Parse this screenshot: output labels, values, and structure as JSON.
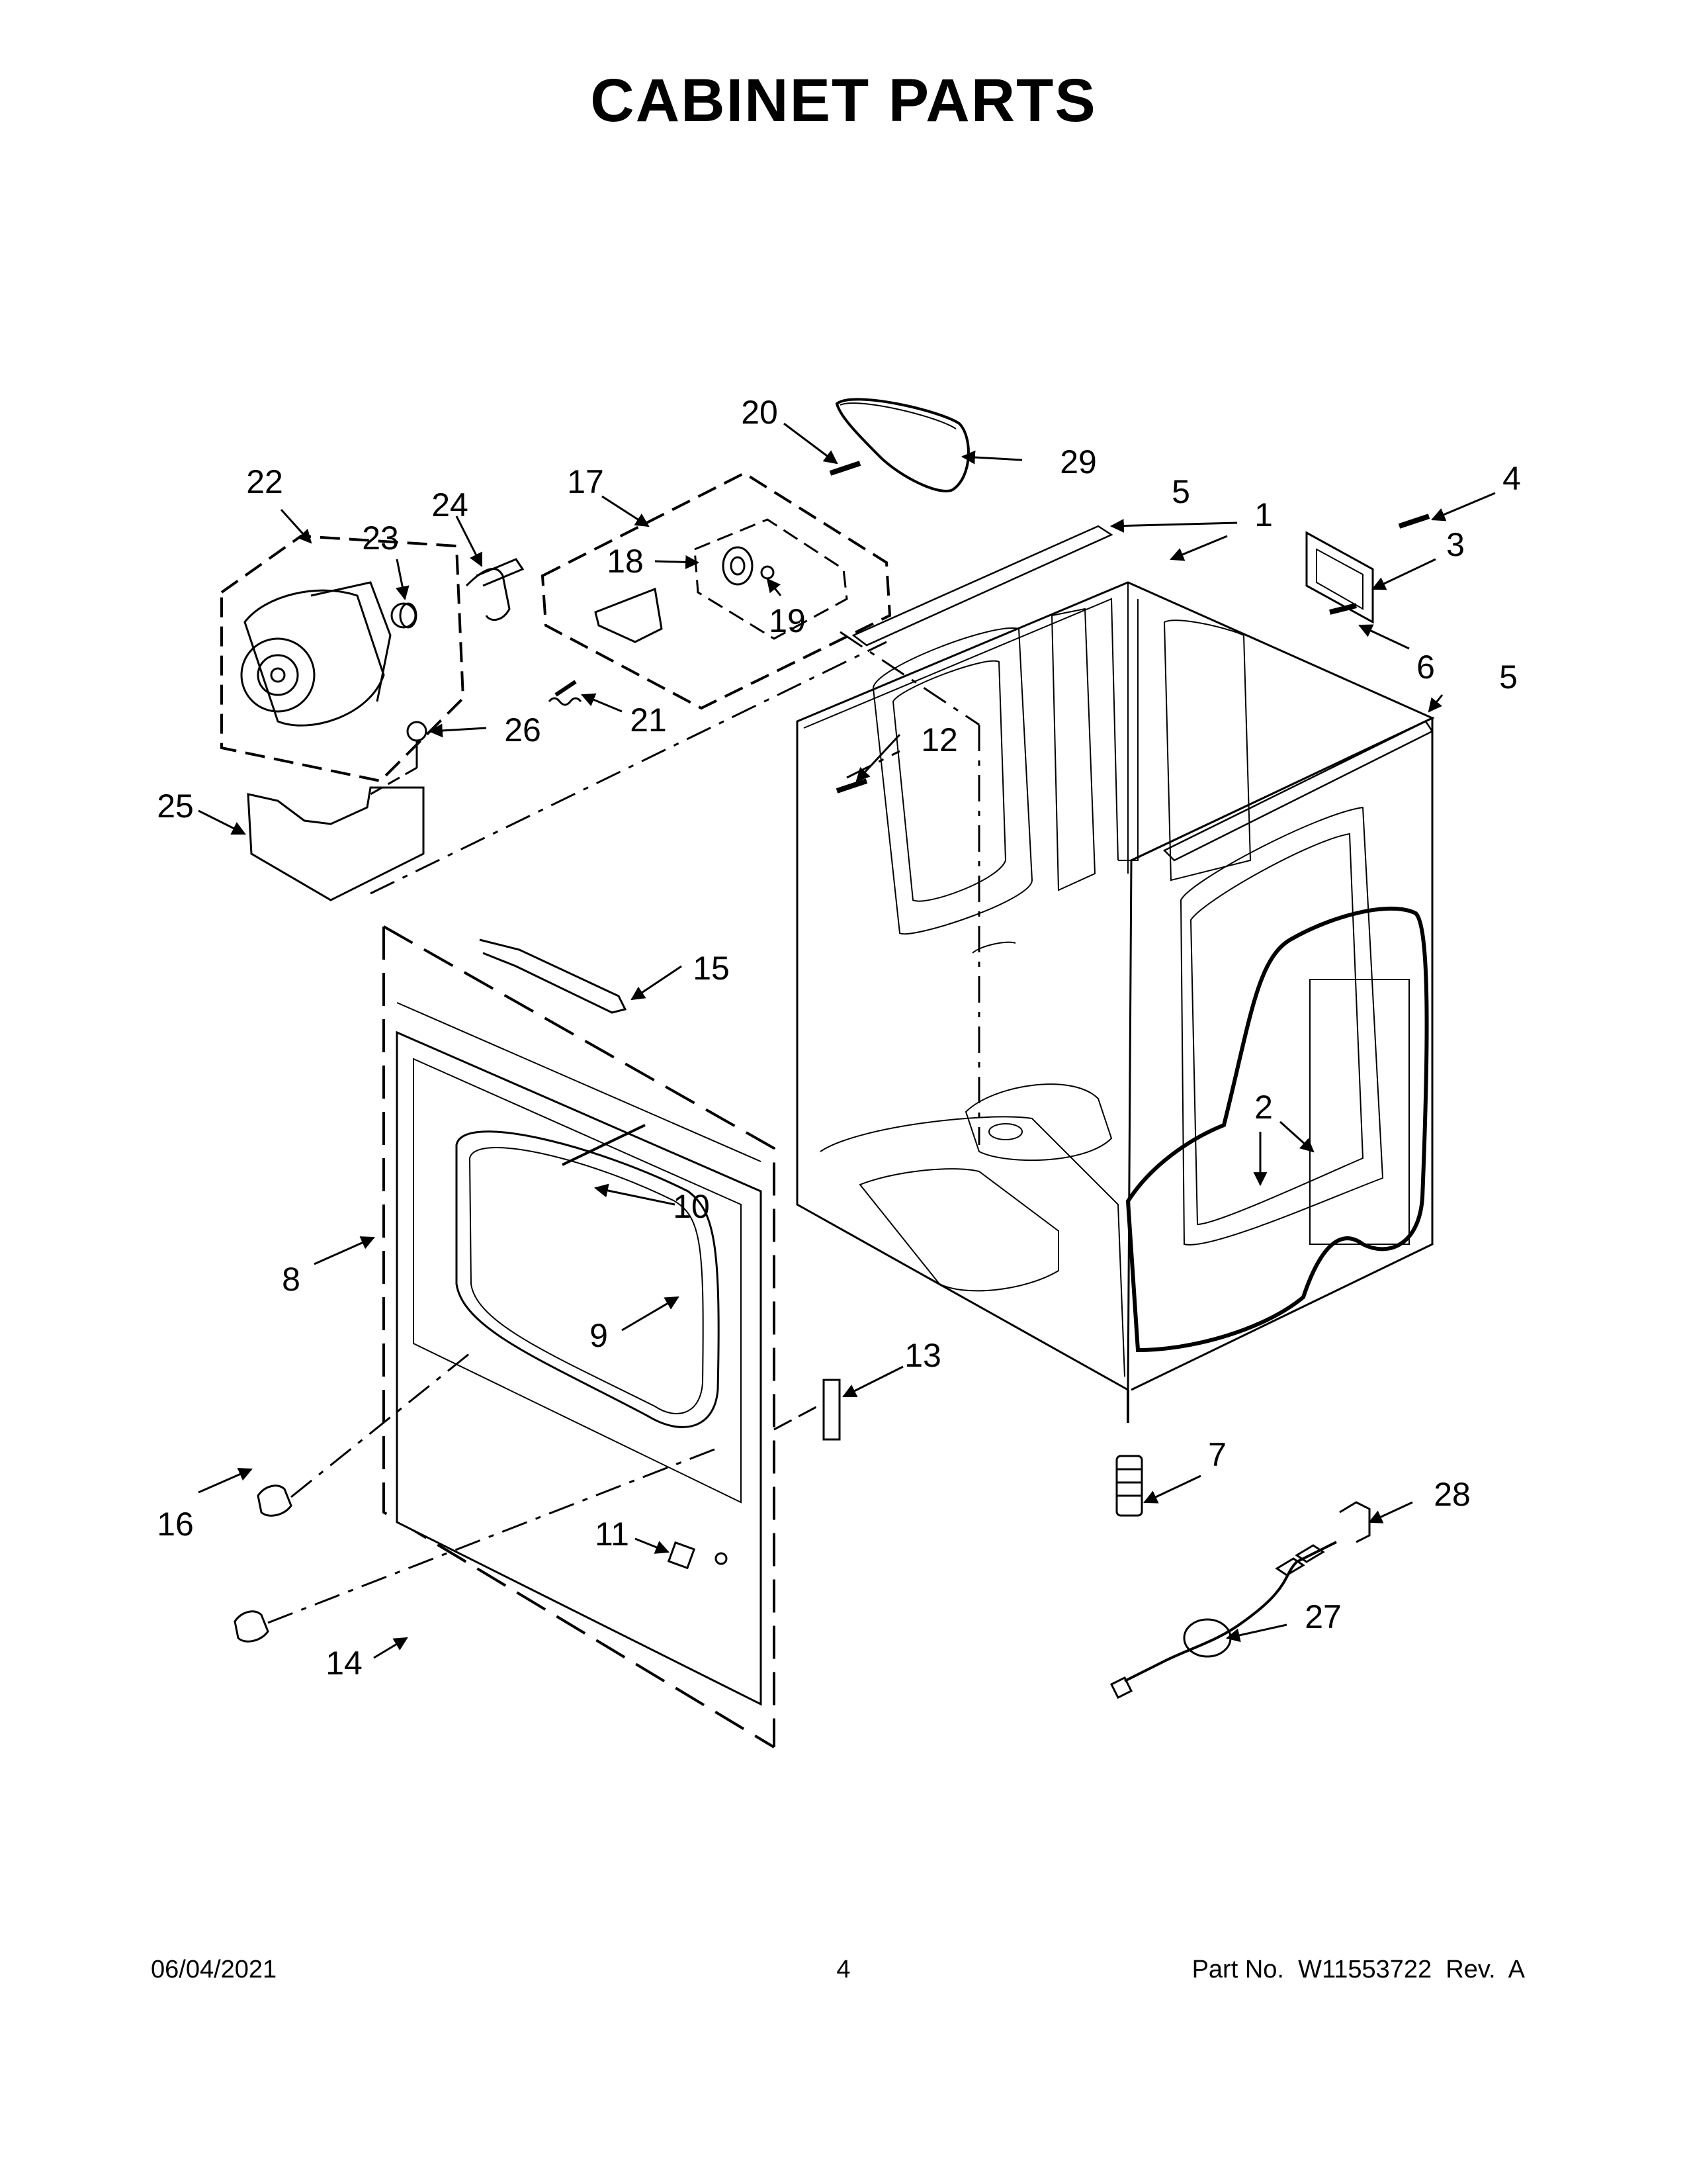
{
  "title": "CABINET PARTS",
  "callouts": [
    "1",
    "2",
    "3",
    "4",
    "5",
    "6",
    "7",
    "8",
    "9",
    "10",
    "11",
    "12",
    "13",
    "14",
    "15",
    "16",
    "17",
    "18",
    "19",
    "20",
    "21",
    "22",
    "23",
    "24",
    "25",
    "26",
    "27",
    "28",
    "29"
  ],
  "footer": {
    "date": "06/04/2021",
    "page": "4",
    "part_number": "Part No.  W11553722  Rev.  A"
  }
}
